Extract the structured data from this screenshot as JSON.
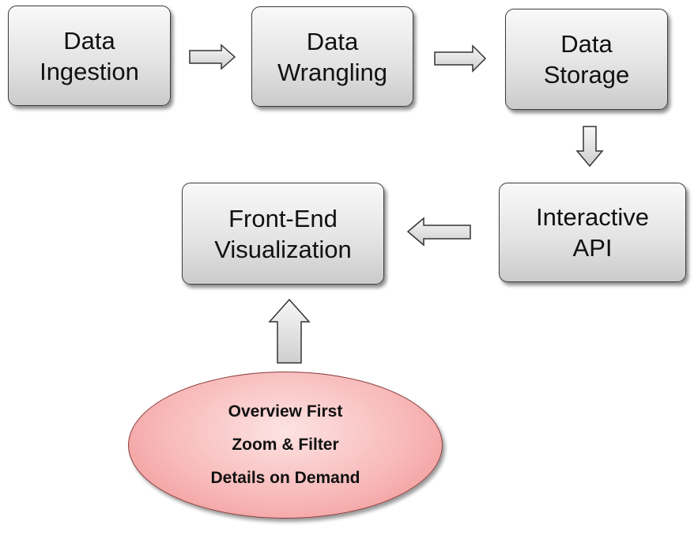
{
  "pipeline": {
    "data_ingestion": {
      "line1": "Data",
      "line2": "Ingestion"
    },
    "data_wrangling": {
      "line1": "Data",
      "line2": "Wrangling"
    },
    "data_storage": {
      "line1": "Data",
      "line2": "Storage"
    },
    "interactive_api": {
      "line1": "Interactive",
      "line2": "API"
    },
    "front_end_visualization": {
      "line1": "Front-End",
      "line2": "Visualization"
    }
  },
  "principles": {
    "items": [
      "Overview First",
      "Zoom & Filter",
      "Details on Demand"
    ],
    "fill_color": "#f8b9b9"
  },
  "box_fill_color": "#e4e4e4",
  "arrows": [
    {
      "from": "data_ingestion",
      "to": "data_wrangling",
      "direction": "right"
    },
    {
      "from": "data_wrangling",
      "to": "data_storage",
      "direction": "right"
    },
    {
      "from": "data_storage",
      "to": "interactive_api",
      "direction": "down"
    },
    {
      "from": "interactive_api",
      "to": "front_end_visualization",
      "direction": "left"
    },
    {
      "from": "principles",
      "to": "front_end_visualization",
      "direction": "up"
    }
  ]
}
